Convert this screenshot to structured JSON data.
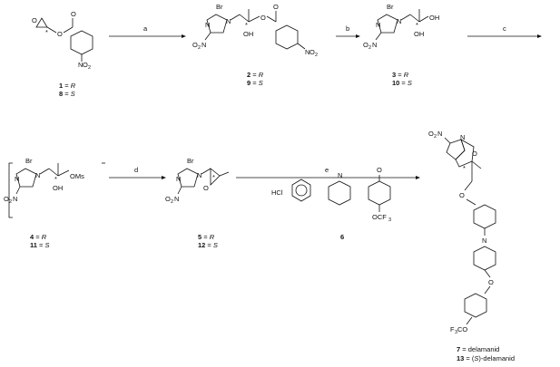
{
  "steps": [
    "a",
    "b",
    "c",
    "d",
    "e"
  ],
  "labels": {
    "c1_line1_num": "1",
    "c1_line1_cfg": "R",
    "c1_line2_num": "8",
    "c1_line2_cfg": "S",
    "c2_line1_num": "2",
    "c2_line1_cfg": "R",
    "c2_line2_num": "9",
    "c2_line2_cfg": "S",
    "c3_line1_num": "3",
    "c3_line1_cfg": "R",
    "c3_line2_num": "10",
    "c3_line2_cfg": "S",
    "c4_line1_num": "4",
    "c4_line1_cfg": "R",
    "c4_line2_num": "11",
    "c4_line2_cfg": "S",
    "c5_line1_num": "5",
    "c5_line1_cfg": "R",
    "c5_line2_num": "12",
    "c5_line2_cfg": "S",
    "reagent6": "6",
    "final_line1_num": "7",
    "final_line1_name": "delamanid",
    "final_line2_num": "13",
    "final_line2_cfg": "S",
    "final_line2_name": "delamanid"
  },
  "atoms": {
    "br": "Br",
    "n": "N",
    "o": "O",
    "oh": "OH",
    "ms": "OMs",
    "no2_o": "O",
    "no2_n": "N",
    "no2_sub": "2",
    "o2n_o": "O",
    "o2n_sub": "2",
    "o2n_n": "N",
    "star": "*",
    "hcl": "HCl",
    "ocf3": "OCF",
    "cf3_sub": "3",
    "f3co_f": "F",
    "f3co_sub": "3",
    "f3co_co": "CO"
  }
}
